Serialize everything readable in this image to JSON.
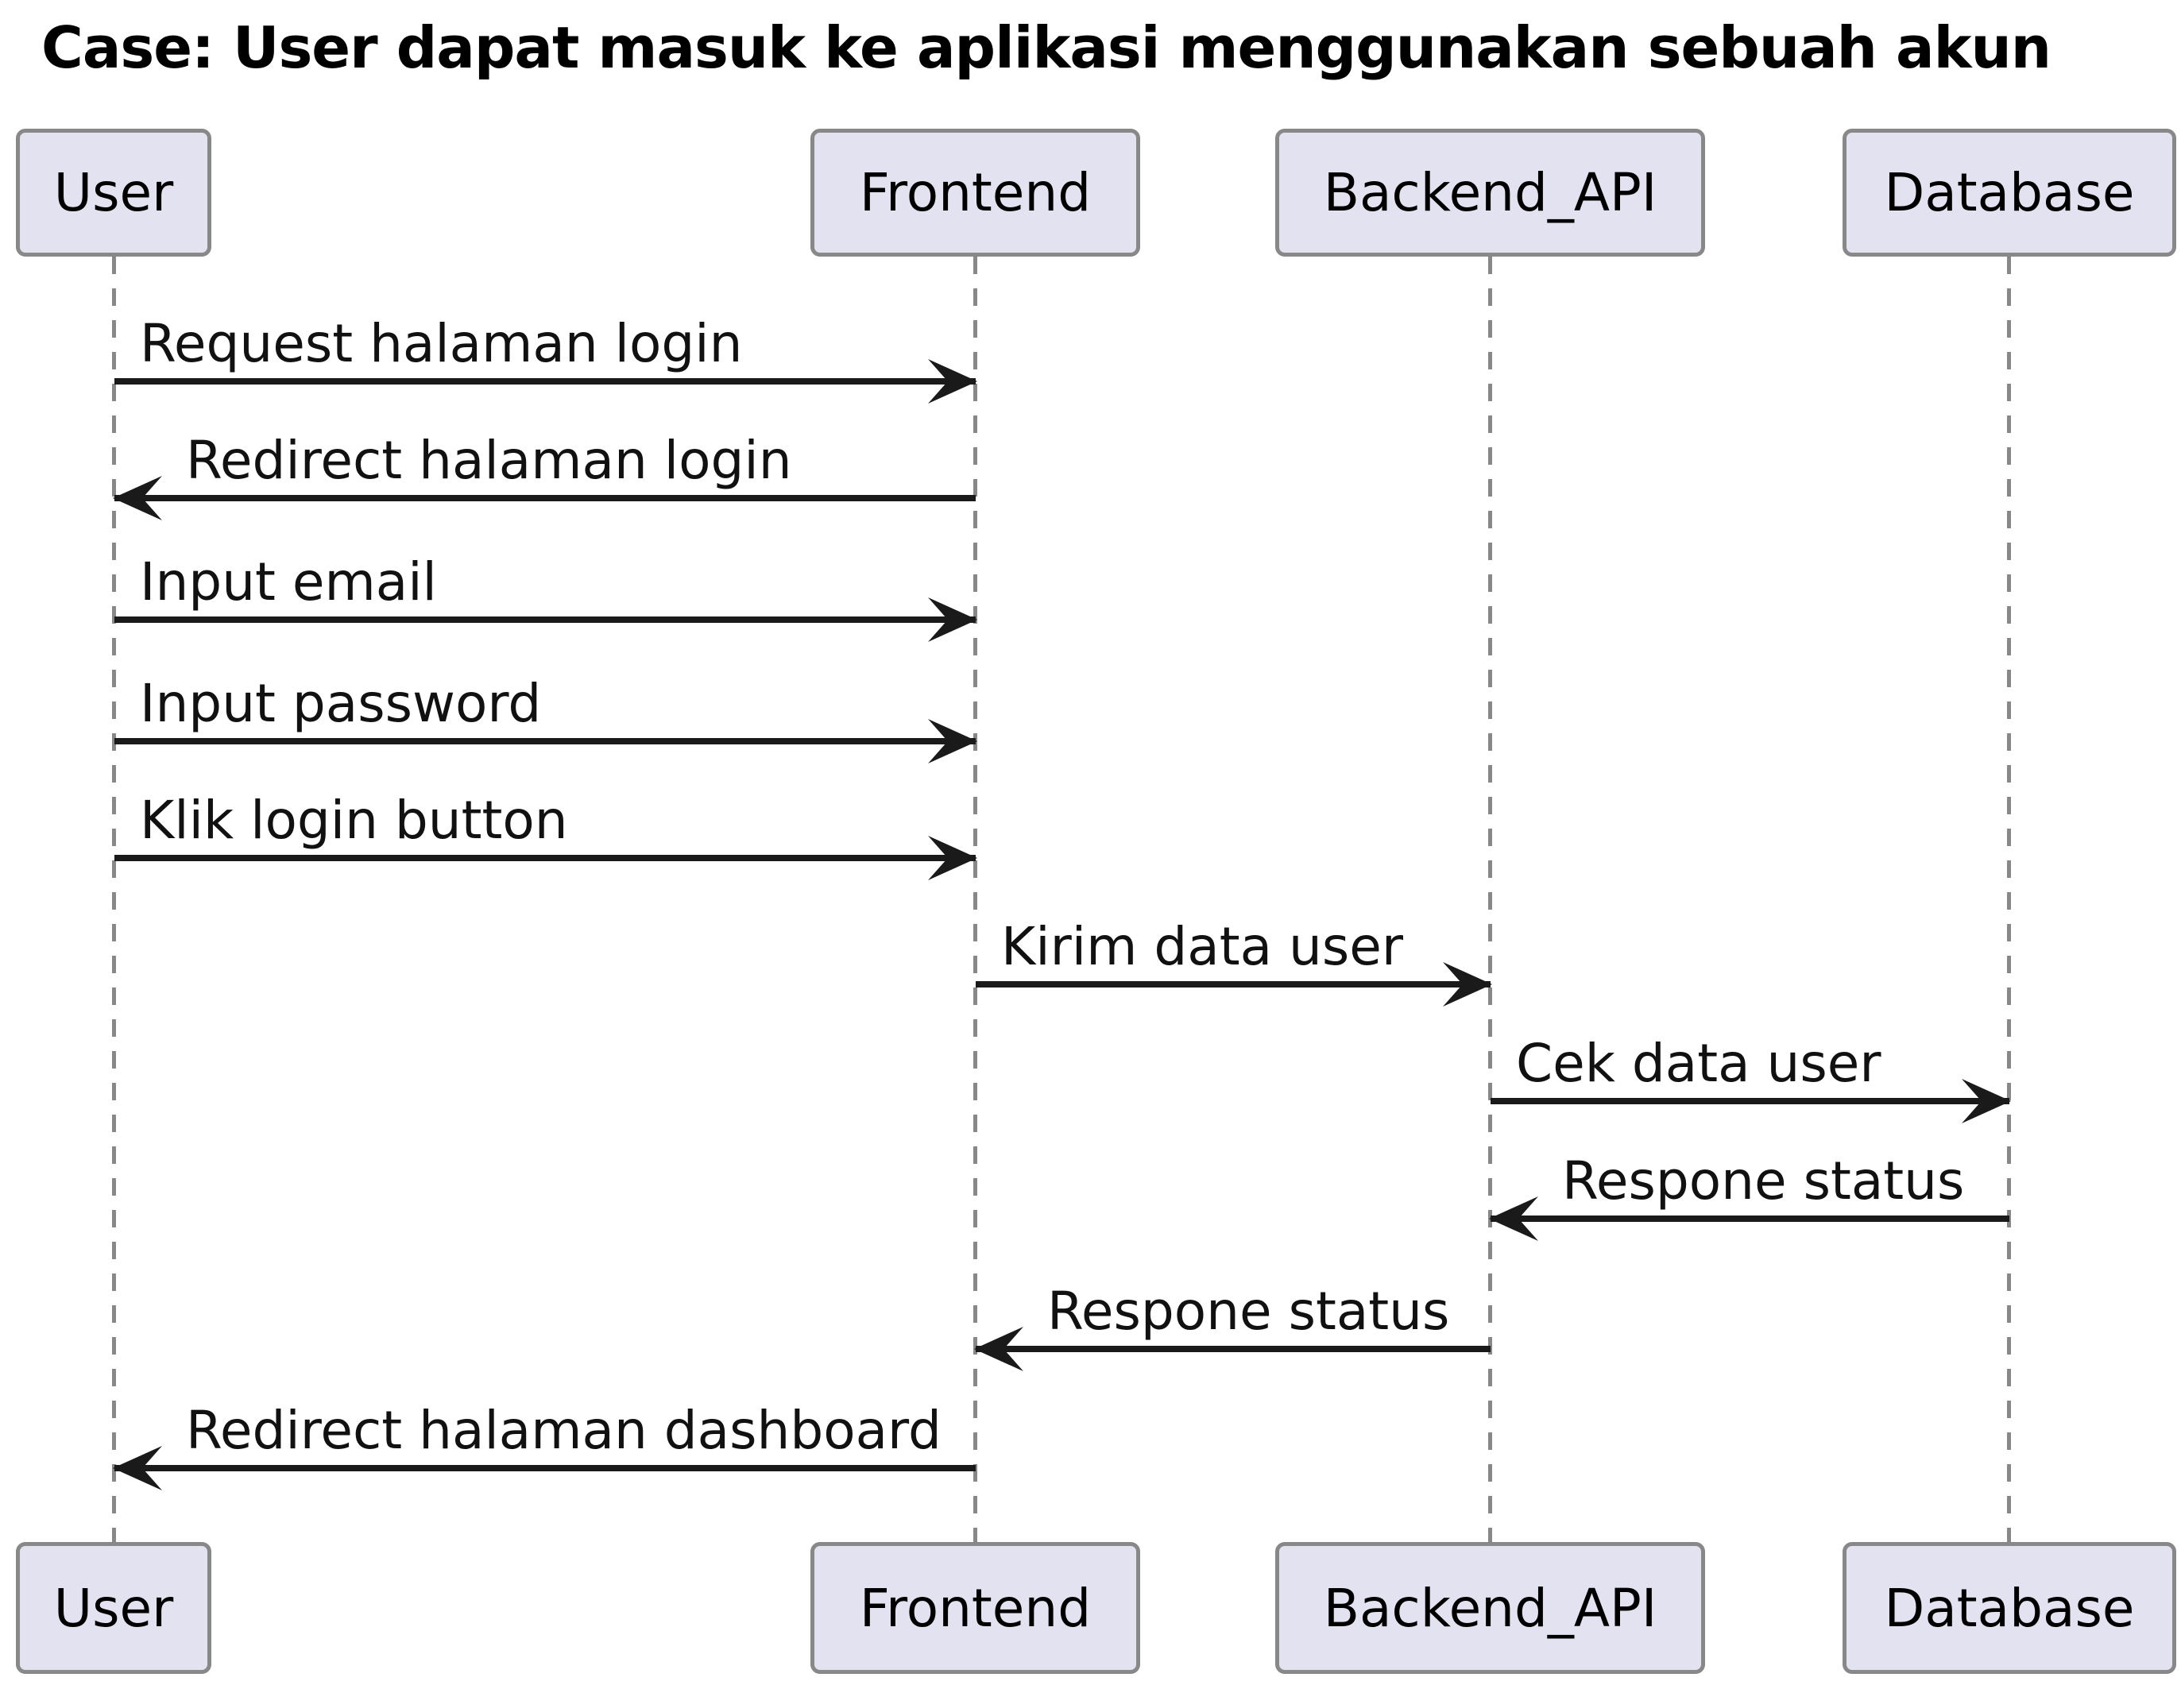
{
  "title": "Case: User dapat masuk ke aplikasi menggunakan sebuah akun",
  "diagram_type": "sequence-diagram",
  "participants": [
    {
      "name": "User"
    },
    {
      "name": "Frontend"
    },
    {
      "name": "Backend_API"
    },
    {
      "name": "Database"
    }
  ],
  "messages": [
    {
      "from": "User",
      "to": "Frontend",
      "label": "Request halaman login"
    },
    {
      "from": "Frontend",
      "to": "User",
      "label": "Redirect halaman login"
    },
    {
      "from": "User",
      "to": "Frontend",
      "label": "Input email"
    },
    {
      "from": "User",
      "to": "Frontend",
      "label": "Input password"
    },
    {
      "from": "User",
      "to": "Frontend",
      "label": "Klik login button"
    },
    {
      "from": "Frontend",
      "to": "Backend_API",
      "label": "Kirim data user"
    },
    {
      "from": "Backend_API",
      "to": "Database",
      "label": "Cek data user"
    },
    {
      "from": "Database",
      "to": "Backend_API",
      "label": "Respone status"
    },
    {
      "from": "Backend_API",
      "to": "Frontend",
      "label": "Respone status"
    },
    {
      "from": "Frontend",
      "to": "User",
      "label": "Redirect halaman dashboard"
    }
  ],
  "icons": {
    "arrowhead-right": "▶",
    "arrowhead-left": "◀"
  },
  "colors": {
    "background": "#FFFFFF",
    "participant_fill": "#E2E2F0",
    "participant_border": "#888888",
    "lifeline": "#888888",
    "arrow": "#1a1a1a",
    "text": "#000000"
  }
}
